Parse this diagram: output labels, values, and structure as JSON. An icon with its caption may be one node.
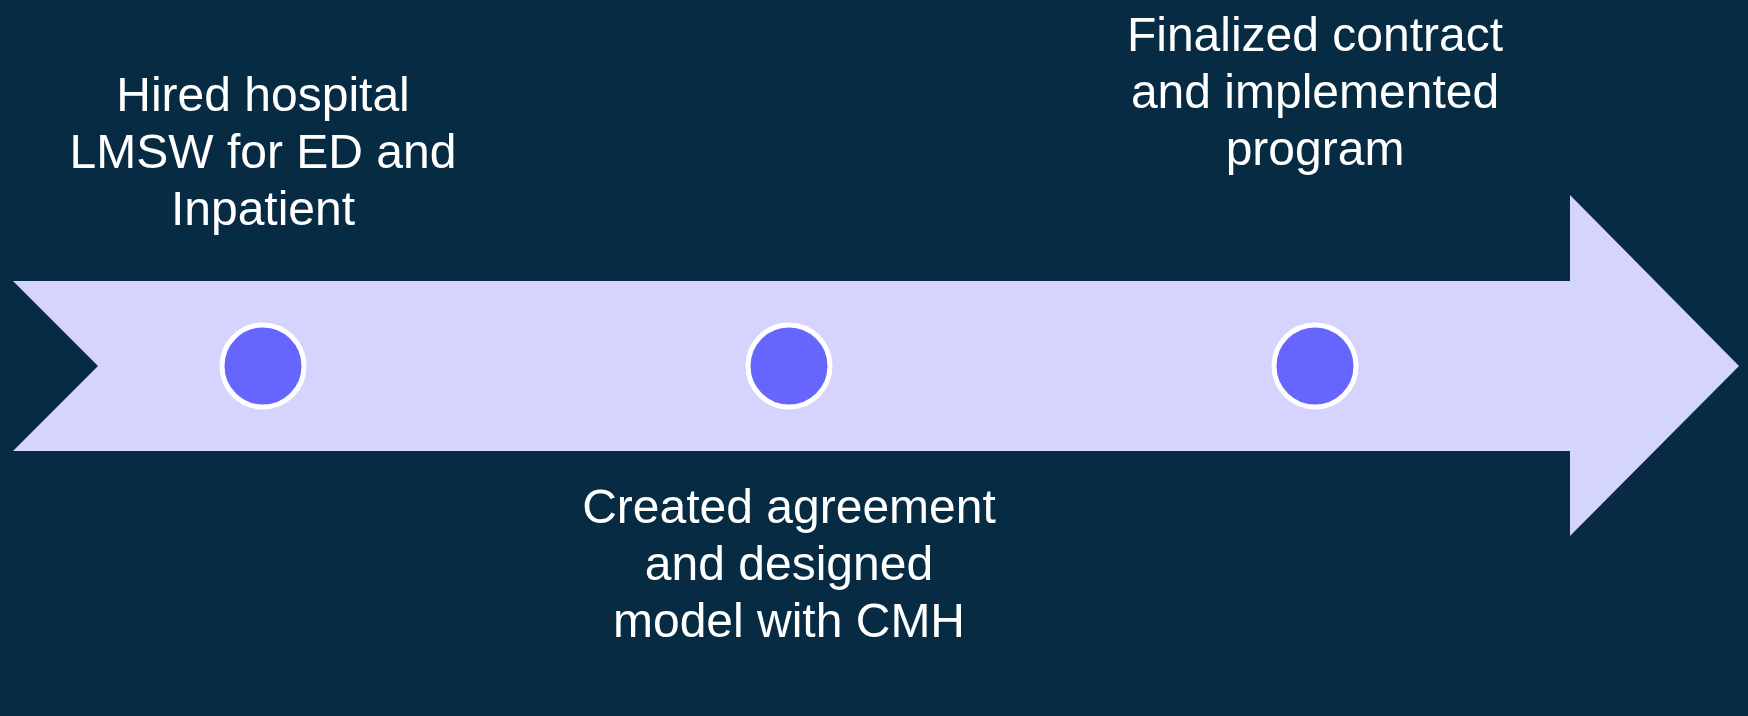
{
  "diagram": {
    "nodes": [
      {
        "text": [],
        "shape": "circle",
        "beside": [
          "Hired hospital LMSW for ED and Inpatient"
        ]
      },
      {
        "text": [],
        "shape": "circle",
        "beside": [
          "Created agreement and designed model with CMH"
        ]
      },
      {
        "text": [],
        "shape": "circle",
        "beside": [
          "Finalized contract and implemented program"
        ]
      }
    ]
  }
}
